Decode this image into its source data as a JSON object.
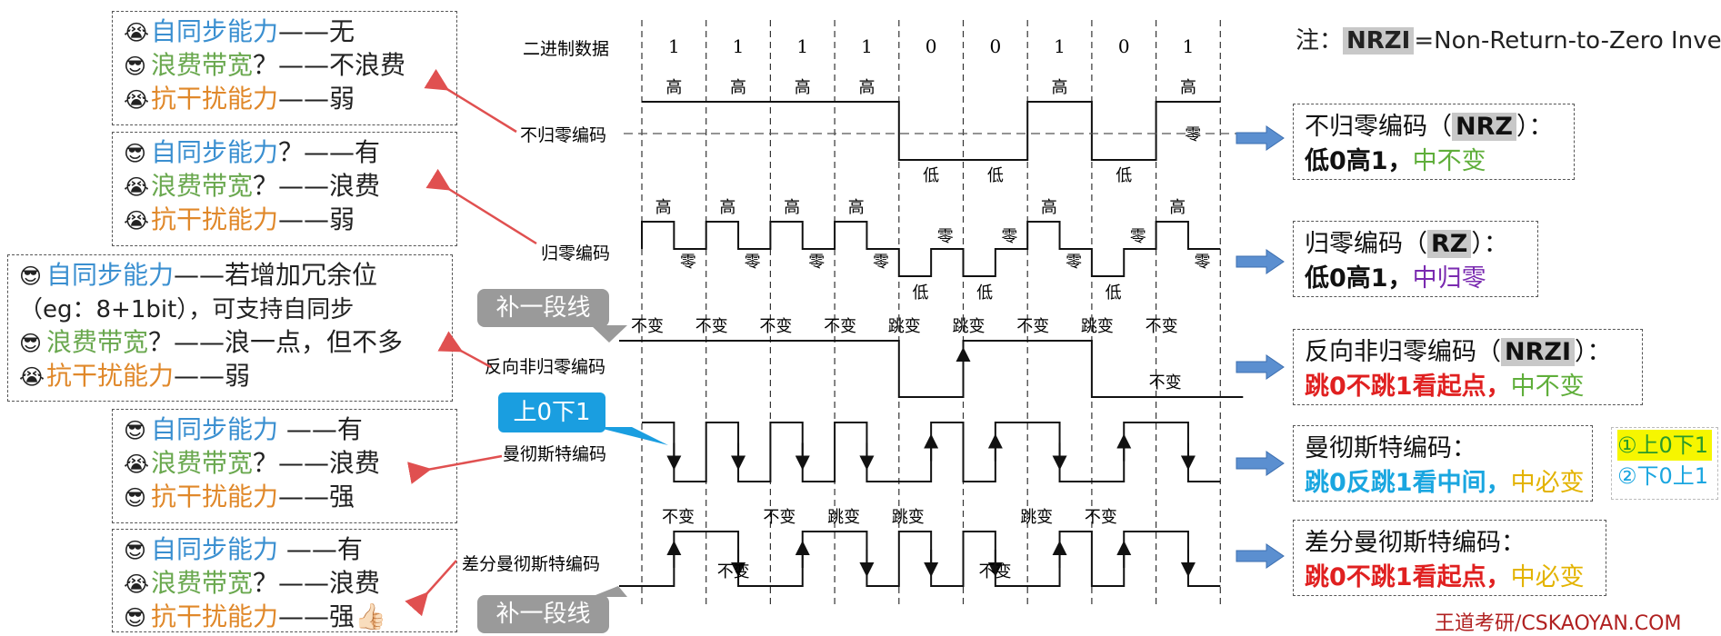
{
  "note": {
    "prefix": "注：",
    "abbr": "NRZI",
    "rest": "=Non-Return-to-Zero Inverted"
  },
  "watermark": "王道考研/CSKAOYAN.COM",
  "left_boxes": [
    {
      "lines": [
        {
          "emoji": "😭",
          "label": "自同步能力",
          "color": "blue",
          "suffix": "——无"
        },
        {
          "emoji": "😎",
          "label": "浪费带宽",
          "color": "green",
          "suffix": "？——不浪费"
        },
        {
          "emoji": "😭",
          "label": "抗干扰能力",
          "color": "orange",
          "suffix": "——弱"
        }
      ]
    },
    {
      "lines": [
        {
          "emoji": "😎",
          "label": "自同步能力",
          "color": "blue",
          "suffix": "？——有"
        },
        {
          "emoji": "😭",
          "label": "浪费带宽",
          "color": "green",
          "suffix": "？——浪费"
        },
        {
          "emoji": "😭",
          "label": "抗干扰能力",
          "color": "orange",
          "suffix": "——弱"
        }
      ]
    },
    {
      "lines": [
        {
          "emoji": "😎",
          "label": "自同步能力",
          "color": "blue",
          "suffix": "——若增加冗余位"
        },
        {
          "emoji": "",
          "label": "",
          "color": "blue",
          "suffix": "（eg：8+1bit），可支持自同步"
        },
        {
          "emoji": "😎",
          "label": "浪费带宽",
          "color": "green",
          "suffix": "？——浪一点，但不多"
        },
        {
          "emoji": "😭",
          "label": "抗干扰能力",
          "color": "orange",
          "suffix": "——弱"
        }
      ]
    },
    {
      "lines": [
        {
          "emoji": "😎",
          "label": "自同步能力",
          "color": "blue",
          "suffix": " ——有"
        },
        {
          "emoji": "😭",
          "label": "浪费带宽",
          "color": "green",
          "suffix": "？——浪费"
        },
        {
          "emoji": "😎",
          "label": "抗干扰能力",
          "color": "orange",
          "suffix": "——强"
        }
      ]
    },
    {
      "lines": [
        {
          "emoji": "😎",
          "label": "自同步能力",
          "color": "blue",
          "suffix": " ——有"
        },
        {
          "emoji": "😭",
          "label": "浪费带宽",
          "color": "green",
          "suffix": "？——浪费"
        },
        {
          "emoji": "😎",
          "label": "抗干扰能力",
          "color": "orange",
          "suffix": "——强👍🏻"
        }
      ]
    }
  ],
  "callouts": {
    "extra_line_1": "补一段线",
    "extra_line_2": "补一段线",
    "up0down1": "上0下1"
  },
  "diagram": {
    "binary_label": "二进制数据",
    "bits": [
      "1",
      "1",
      "1",
      "1",
      "0",
      "0",
      "1",
      "0",
      "1"
    ],
    "rows": {
      "nrz": "不归零编码",
      "rz": "归零编码",
      "nrzi": "反向非归零编码",
      "manchester": "曼彻斯特编码",
      "diff_manchester": "差分曼彻斯特编码"
    },
    "words": {
      "high": "高",
      "low": "低",
      "zero": "零",
      "nochange": "不变",
      "jump": "跳变"
    }
  },
  "summaries": [
    {
      "title_a": "不归零编码（",
      "abbr": "NRZ",
      "title_b": "）：",
      "rule": "低0高1，",
      "extra": "中不变"
    },
    {
      "title_a": "归零编码（",
      "abbr": "RZ",
      "title_b": "）：",
      "rule": "低0高1，",
      "extra": "中归零"
    },
    {
      "title_a": "反向非归零编码（",
      "abbr": "NRZI",
      "title_b": "）：",
      "rule": "跳0不跳1看起点，",
      "extra": "中不变"
    },
    {
      "title_a": "曼彻斯特编码：",
      "abbr": "",
      "title_b": "",
      "rule": "跳0反跳1看中间，",
      "extra": "中必变"
    },
    {
      "title_a": "差分曼彻斯特编码：",
      "abbr": "",
      "title_b": "",
      "rule": "跳0不跳1看起点，",
      "extra": "中必变"
    }
  ],
  "manchester_hint": {
    "line1": "①上0下1",
    "line2": "②下0上1"
  },
  "colors": {
    "blue": "#3a8fd0",
    "green": "#6aa84f",
    "orange": "#e0882a",
    "arrow": "#5b8fd0",
    "red_arrow": "#e05050"
  }
}
